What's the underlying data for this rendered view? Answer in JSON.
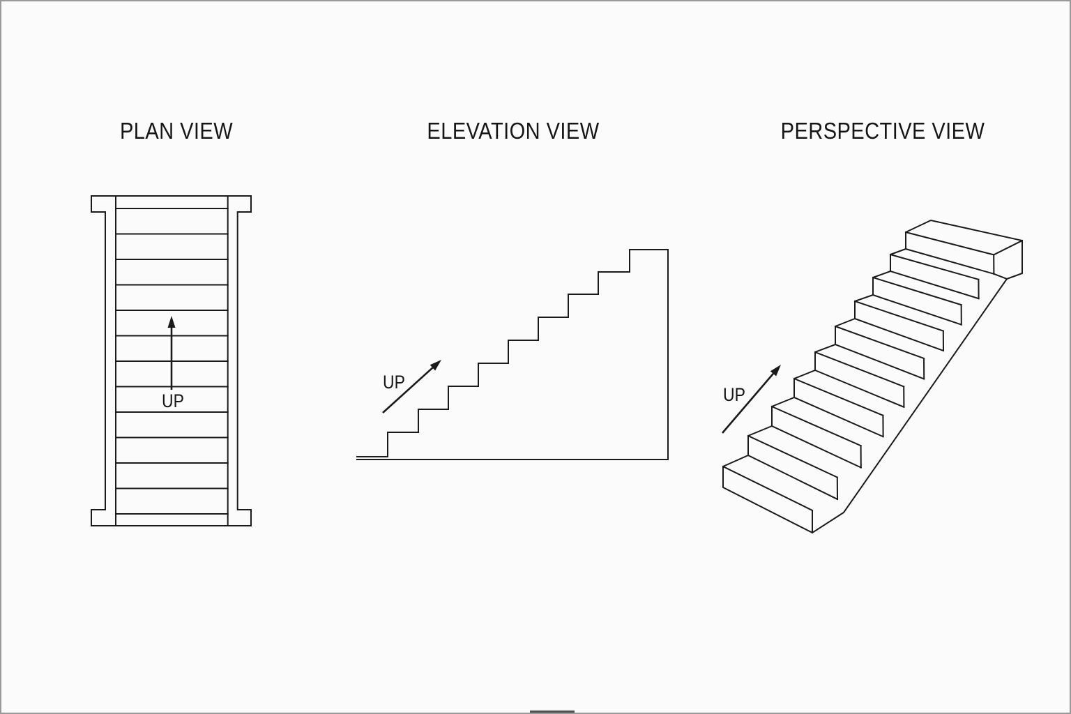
{
  "canvas": {
    "background": "#fbfbfb",
    "border_color": "#9a9a9a",
    "line_color": "#1a1a1a"
  },
  "views": {
    "plan": {
      "title": "PLAN VIEW",
      "up_label": "UP",
      "tread_line_count": 13,
      "arrow_direction": "up"
    },
    "elevation": {
      "title": "ELEVATION VIEW",
      "up_label": "UP",
      "riser_count": 9,
      "has_top_landing": true,
      "arrow_direction": "up-right"
    },
    "perspective": {
      "title": "PERSPECTIVE VIEW",
      "up_label": "UP",
      "step_count": 9,
      "has_top_landing": true,
      "arrow_direction": "up-right"
    }
  }
}
